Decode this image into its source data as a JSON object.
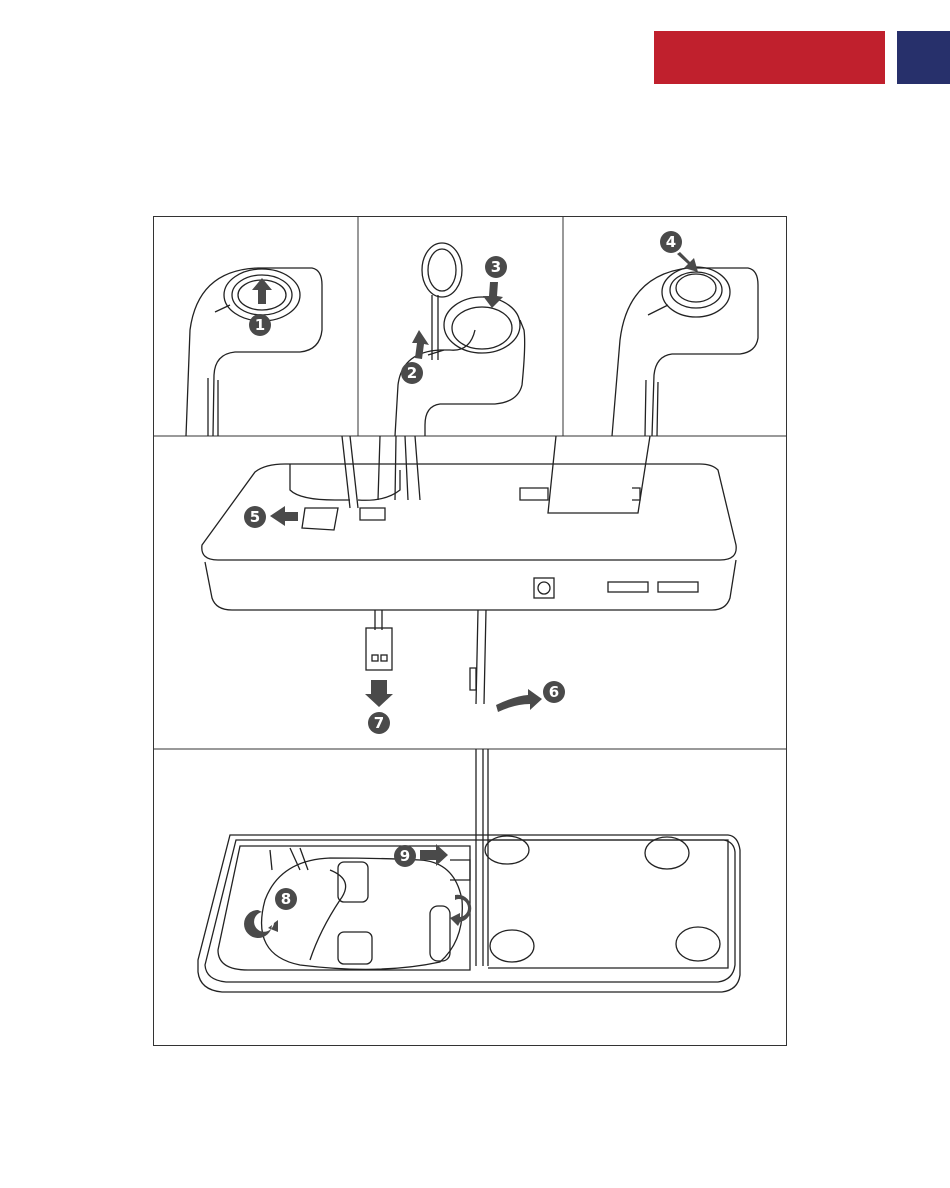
{
  "header": {
    "accent_color": "#c0202d",
    "navy_color": "#27306b"
  },
  "steps": [
    {
      "n": "1",
      "arrow": "up-arrow-icon"
    },
    {
      "n": "2",
      "arrow": "up-arrow-icon"
    },
    {
      "n": "3",
      "arrow": "down-arrow-icon"
    },
    {
      "n": "4",
      "arrow": "down-right-arrow-icon"
    },
    {
      "n": "5",
      "arrow": "left-arrow-icon"
    },
    {
      "n": "6",
      "arrow": "curved-right-arrow-icon"
    },
    {
      "n": "7",
      "arrow": "down-arrow-icon"
    },
    {
      "n": "8",
      "arrow": "rotate-arrow-icon"
    },
    {
      "n": "9",
      "arrow": "right-arrow-icon"
    }
  ]
}
